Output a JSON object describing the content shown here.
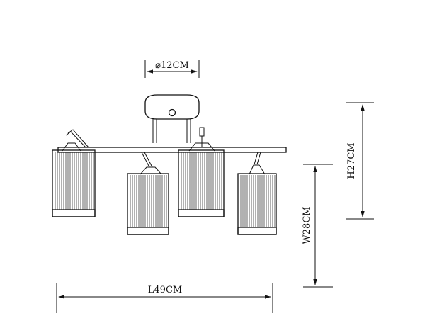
{
  "dimensions": {
    "canopy_diameter": "⌀12CM",
    "height": "H27CM",
    "width": "W28CM",
    "length": "L49CM"
  }
}
